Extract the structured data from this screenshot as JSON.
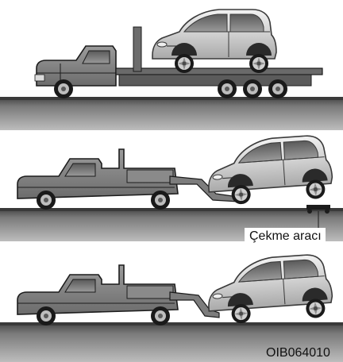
{
  "labels": {
    "tow_dolly": "Çekme aracı",
    "figure_code": "OIB064010"
  },
  "scenes": [
    {
      "name": "flatbed-transport",
      "car_wheels_on_ground": "none"
    },
    {
      "name": "wheel-lift-with-dolly",
      "car_wheels_on_ground": "none (rear wheels on dolly)"
    },
    {
      "name": "wheel-lift-front",
      "car_wheels_on_ground": "rear"
    }
  ],
  "colors": {
    "road": "#5f5f5f",
    "road_shadow": "#9a9a9a",
    "truck_body": "#7a7a7a",
    "truck_dark": "#1c1c1c",
    "car_body": "#d9d9d9",
    "background": "#ffffff"
  }
}
